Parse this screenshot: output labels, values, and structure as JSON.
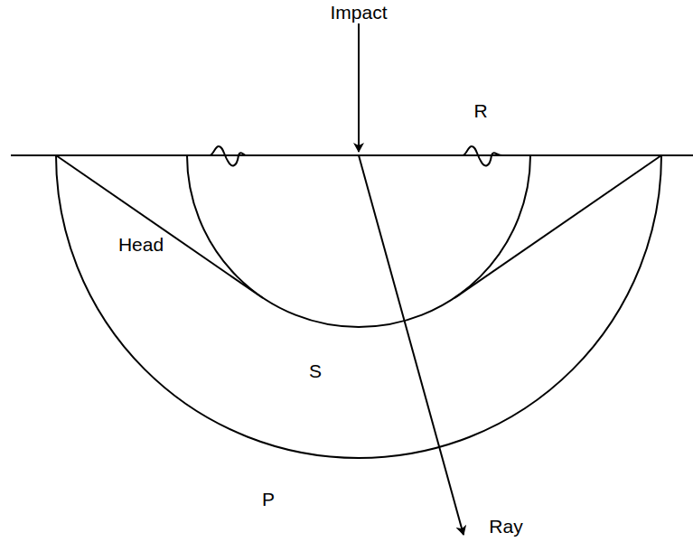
{
  "diagram": {
    "labels": [
      "Impact",
      "R",
      "Head",
      "S",
      "P",
      "Ray"
    ]
  }
}
